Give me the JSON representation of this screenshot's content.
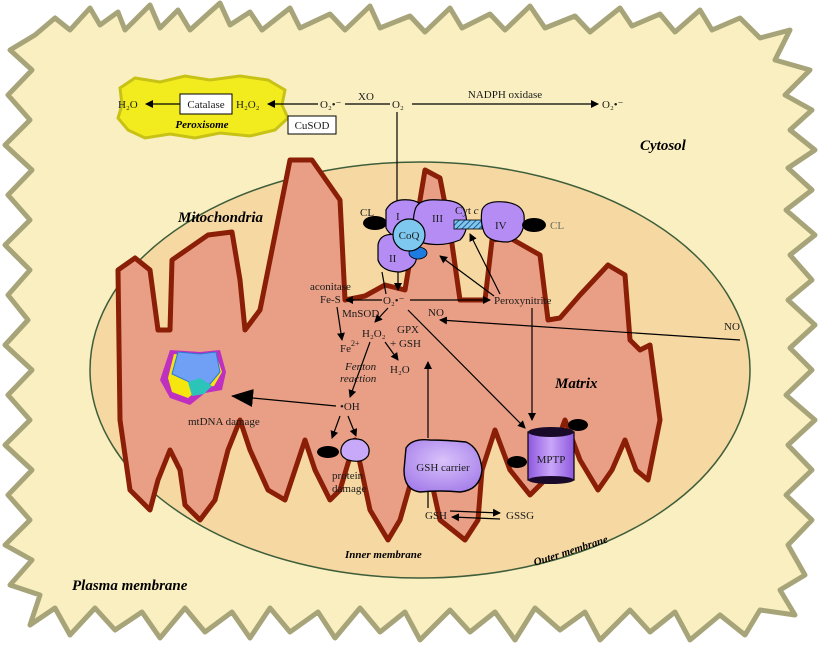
{
  "diagram": {
    "colors": {
      "cytosol": "#faefc0",
      "cell_edge": "#a8a47a",
      "outer_mito": "#f6d8a3",
      "outer_membrane_stroke": "#3e5e3a",
      "matrix": "#e99f85",
      "crista_stroke": "#8b1e06",
      "peroxisome": "#f2ec1f",
      "complex_purple": "#b48cf3",
      "coq_blue": "#7ec8ef",
      "cytc_blue": "#5ba7e0"
    },
    "regions": {
      "cytosol": "Cytosol",
      "mitochondria": "Mitochondria",
      "matrix": "Matrix",
      "inner_membrane": "Inner membrane",
      "outer_membrane": "Outer membrane",
      "plasma_membrane": "Plasma membrane",
      "peroxisome": "Peroxisome"
    },
    "peroxisome": {
      "h2o": "H₂O",
      "catalase": "Catalase",
      "h2o2": "H₂O₂"
    },
    "cytosol_reactions": {
      "superoxide_left": "O₂•⁻",
      "cusod": "CuSOD",
      "xo": "XO",
      "o2": "O₂",
      "nadph_oxidase": "NADPH oxidase",
      "superoxide_right": "O₂•⁻"
    },
    "etc": {
      "complex_1": "I",
      "complex_2": "II",
      "complex_3": "III",
      "complex_4": "IV",
      "coq": "CoQ",
      "cyt_c": "Cyt",
      "cyt_c_italic": "c",
      "cl_left": "CL",
      "cl_right": "CL"
    },
    "matrix_reactions": {
      "aconitase": "aconitase",
      "fes": "Fe-S",
      "mnsod": "MnSOD",
      "superoxide": "O₂•⁻",
      "no_inner": "NO",
      "no_outer": "NO",
      "peroxynitrite": "Peroxynitrite",
      "h2o2": "H₂O₂",
      "gpx": "GPX",
      "gsh_plus": "+ GSH",
      "fe2": "Fe",
      "fe2_sup": "2+",
      "fenton_1": "Fenton",
      "fenton_2": "reaction",
      "h2o": "H₂O",
      "oh_radical": "•OH",
      "mtdna_damage": "mtDNA damage",
      "protein_1": "protein",
      "protein_2": "damage",
      "gsh_carrier": "GSH carrier",
      "mptp": "MPTP",
      "gsh": "GSH",
      "gssg": "GSSG"
    }
  }
}
